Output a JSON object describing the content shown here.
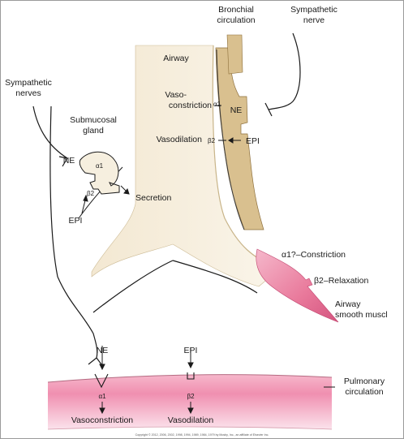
{
  "labels": {
    "bronchial_circulation": [
      "Bronchial",
      "circulation"
    ],
    "sympathetic_nerve_top": [
      "Sympathetic",
      "nerve"
    ],
    "airway": "Airway",
    "sympathetic_nerves_left": [
      "Sympathetic",
      "nerves"
    ],
    "submucosal_gland": [
      "Submucosal",
      "gland"
    ],
    "vasoconstriction_top": [
      "Vaso-",
      "constriction"
    ],
    "alpha1": "α1",
    "ne": "NE",
    "vasodilation_top": "Vasodilation",
    "beta2": "β2",
    "epi": "EPI",
    "secretion": "Secretion",
    "alpha1_constriction": "α1?–Constriction",
    "beta2_relaxation": "β2–Relaxation",
    "airway_smooth_muscle": [
      "Airway",
      "smooth muscl"
    ],
    "pulmonary_circulation": [
      "Pulmonary",
      "circulation"
    ],
    "vasoconstriction_bottom": "Vasoconstriction",
    "vasodilation_bottom": "Vasodilation",
    "copyright": "Copyright © 2012, 2006, 2002, 1998, 1994, 1989, 1984, 1979 by Mosby, Inc., an affiliate of Elsevier Inc."
  },
  "colors": {
    "airway_fill": "#f6efdf",
    "bronchial_vessel": "#d9c08f",
    "smooth_muscle": "#e9799b",
    "pulmonary_gradient_center": "#f08fb0",
    "pulmonary_gradient_edge": "#fbe3ec",
    "line": "#1a1a1a"
  }
}
